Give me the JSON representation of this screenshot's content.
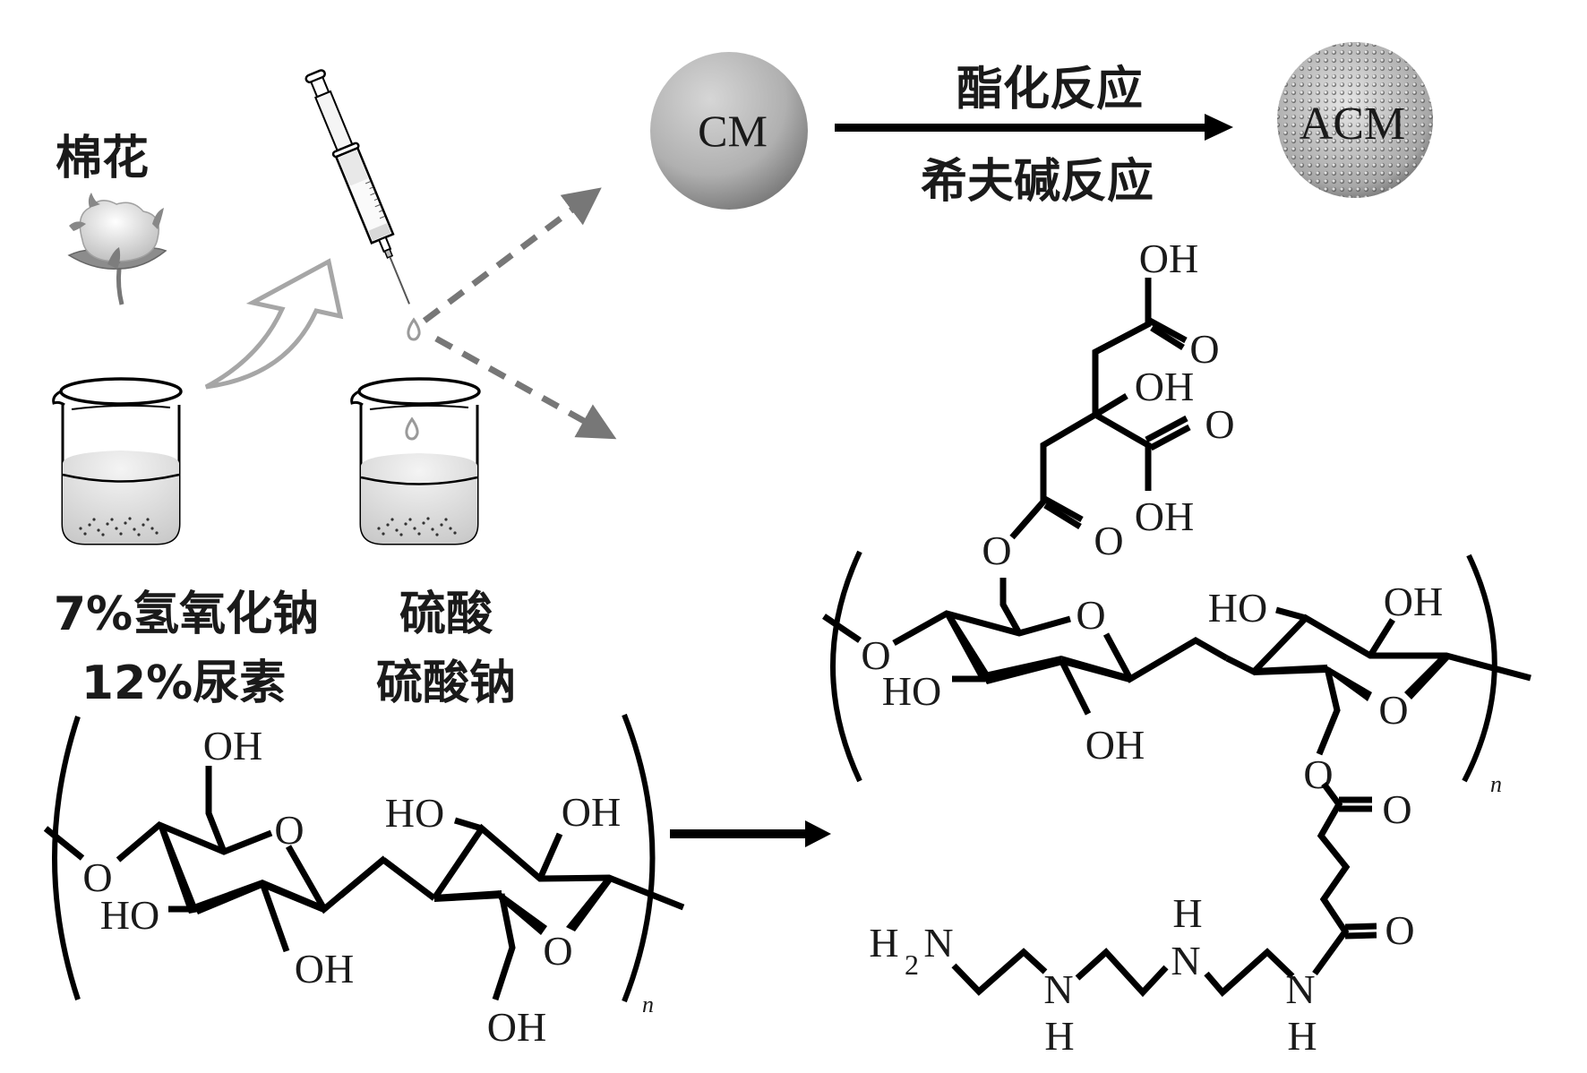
{
  "figure": {
    "title": "Preparation of aminated cellulose microspheres (ACM)",
    "palette": {
      "ink": "#000000",
      "text": "#1a1a1a",
      "dashed_arrow": "#777777",
      "hollow_arrow": "#a6a6a6",
      "sphere_light": "#d8d8d8",
      "sphere_dark": "#6e6e6e"
    }
  },
  "materials": {
    "cotton_label": "棉花",
    "beaker1": {
      "line1": "7%氢氧化钠",
      "line2": "12%尿素"
    },
    "beaker2": {
      "line1": "硫酸",
      "line2": "硫酸钠"
    }
  },
  "spheres": {
    "cm_label": "CM",
    "acm_label": "ACM"
  },
  "reaction_arrow": {
    "above": "酯化反应",
    "below": "希夫碱反应"
  },
  "cellulose_left": {
    "labels": {
      "o_link": "O",
      "ho_left": "HO",
      "oh_top": "OH",
      "o_ring1": "O",
      "oh_bottom1": "OH",
      "ho_ring2": "HO",
      "oh_ring2": "OH",
      "o_ring2": "O",
      "oh_bottom2": "OH",
      "n": "n"
    }
  },
  "product_right": {
    "citrate": {
      "oh_top": "OH",
      "o_top": "O",
      "oh_mid": "OH",
      "o_mid": "O",
      "oh_low": "OH",
      "o_ester": "O",
      "o_link": "O"
    },
    "chain": {
      "o_link": "O",
      "ho_left": "HO",
      "o_ring1": "O",
      "oh_bottom1": "OH",
      "ho_ring2": "HO",
      "oh_ring2": "OH",
      "o_ring2": "O",
      "o_ester2": "O",
      "n": "n"
    },
    "amide": {
      "o_carbonyl1": "O",
      "o_carbonyl2": "O",
      "h2n_h": "H",
      "h2n_sub": "2",
      "h2n_n": "N",
      "n1": "N",
      "h1": "H",
      "n2": "N",
      "h2": "H",
      "n3": "N",
      "h3": "H"
    }
  }
}
